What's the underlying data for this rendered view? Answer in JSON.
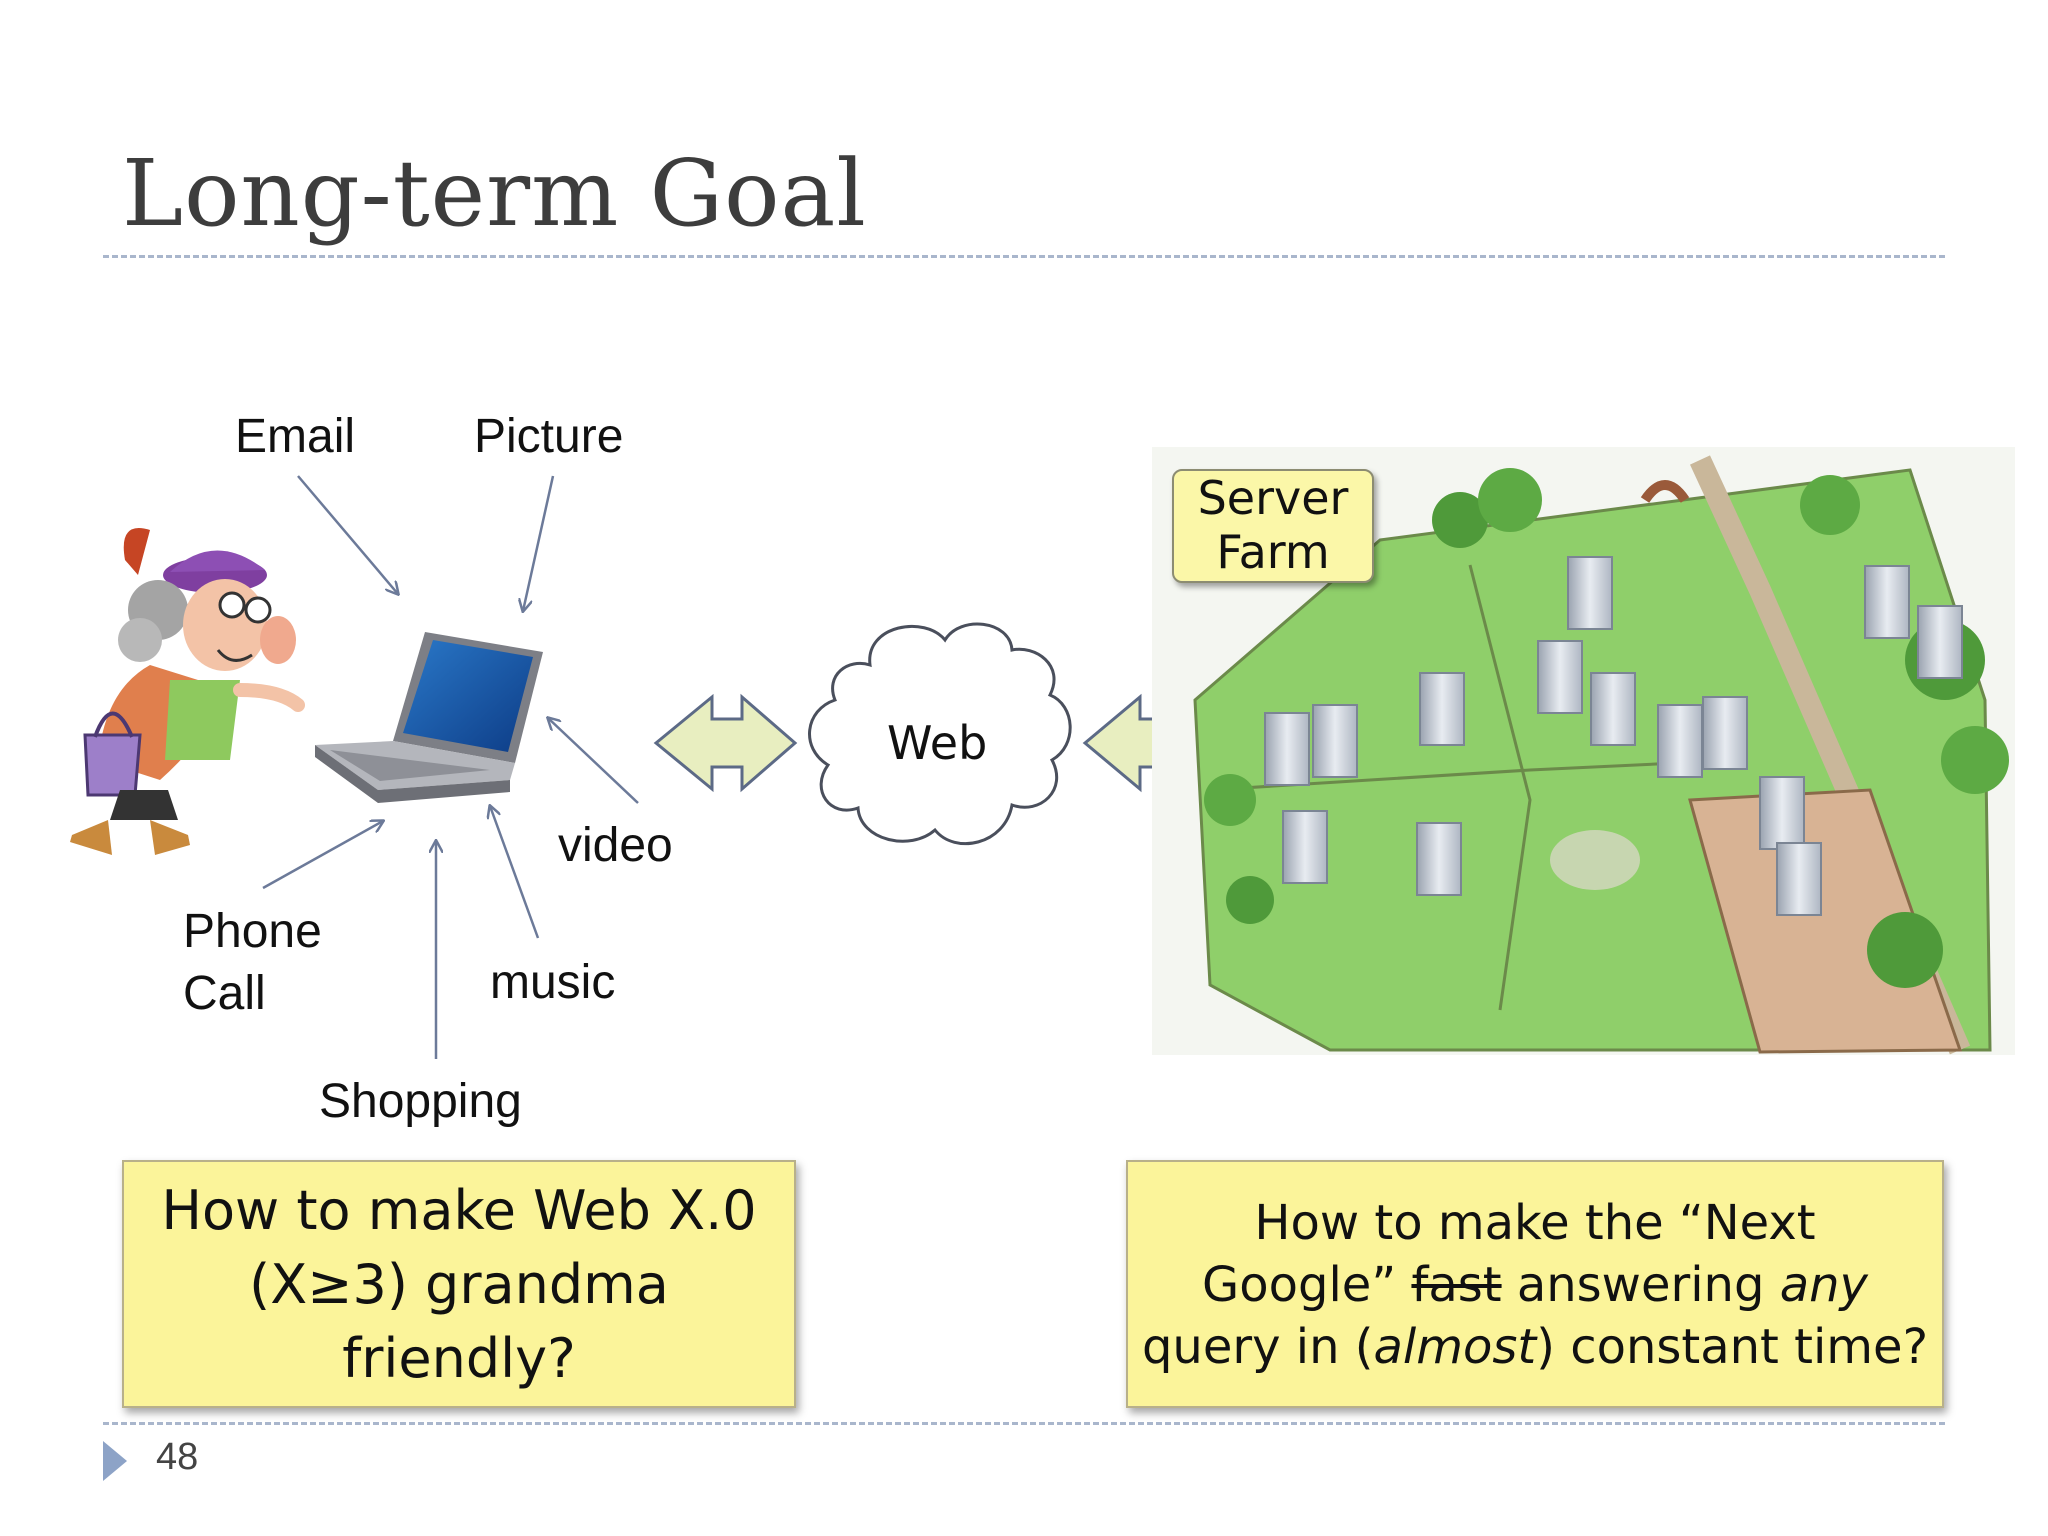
{
  "slide": {
    "title": "Long-term Goal",
    "page_number": "48"
  },
  "labels": {
    "email": "Email",
    "picture": "Picture",
    "video": "video",
    "phone_call_line1": "Phone",
    "phone_call_line2": "Call",
    "music": "music",
    "shopping": "Shopping",
    "web": "Web"
  },
  "server_farm": {
    "line1": "Server",
    "line2": "Farm"
  },
  "left_box": {
    "line1": "How to make Web X.0",
    "line2": "(X≥3) grandma",
    "line3": "friendly?"
  },
  "right_box": {
    "line1": "How to make the “Next",
    "line2_start": "Google” ",
    "line2_strike": "fast",
    "line2_end": " answering ",
    "line2_italic": "any",
    "line3_start": "query in (",
    "line3_italic": "almost",
    "line3_end": ") constant time?"
  },
  "colors": {
    "title": "#3d3d3d",
    "rule": "#a9b6cc",
    "note_fill": "#fbf49a",
    "arrow_fill": "#e8eec0",
    "arrow_stroke": "#5c6a86",
    "grass": "#8fcf6a",
    "bullet": "#8da3c7"
  }
}
